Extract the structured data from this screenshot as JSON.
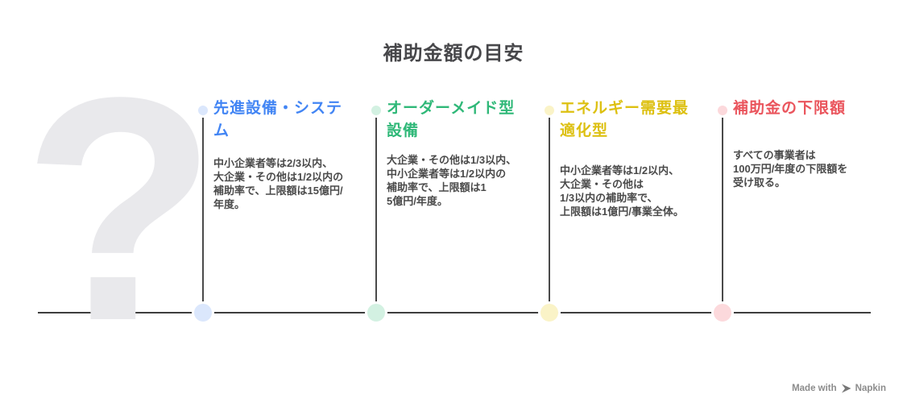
{
  "title": "補助金額の目安",
  "decoration": {
    "question_mark": "?"
  },
  "colors": {
    "title_text": "#47474a",
    "body_text": "#4a4a4a",
    "timeline_line": "#3d3d3d",
    "connector_line": "#4a4a4a",
    "question_mark": "#e9e9ec",
    "watermark_text": "#8c8c8c"
  },
  "milestones": [
    {
      "heading_lines": [
        "先進設備・システ",
        "ム"
      ],
      "body_lines": [
        "中小企業者等は2/3以内、",
        "大企業・その他は1/2以内の",
        "補助率で、上限額は15億円/",
        "年度。"
      ],
      "accent_color": "#4285f4",
      "dot_color": "#dbe7fc"
    },
    {
      "heading_lines": [
        "オーダーメイド型",
        "設備"
      ],
      "body_lines": [
        "大企業・その他は1/3以内、",
        "中小企業者等は1/2以内の",
        "補助率で、上限額は1",
        "5億円/年度。"
      ],
      "accent_color": "#2fb878",
      "dot_color": "#d3f1e2"
    },
    {
      "heading_lines": [
        "エネルギー需要最",
        "適化型"
      ],
      "body_lines": [
        "中小企業者等は1/2以内、",
        "大企業・その他は",
        "1/3以内の補助率で、",
        "上限額は1億円/事業全体。"
      ],
      "accent_color": "#ddc011",
      "dot_color": "#faf3c7"
    },
    {
      "heading_lines": [
        "補助金の下限額"
      ],
      "body_lines": [
        "すべての事業者は",
        "100万円/年度の下限額を",
        "受け取る。"
      ],
      "accent_color": "#ea555d",
      "dot_color": "#fcd9dc"
    }
  ],
  "watermark": {
    "prefix": "Made with",
    "brand": "Napkin",
    "logo_icon": "napkin-pen-icon"
  }
}
